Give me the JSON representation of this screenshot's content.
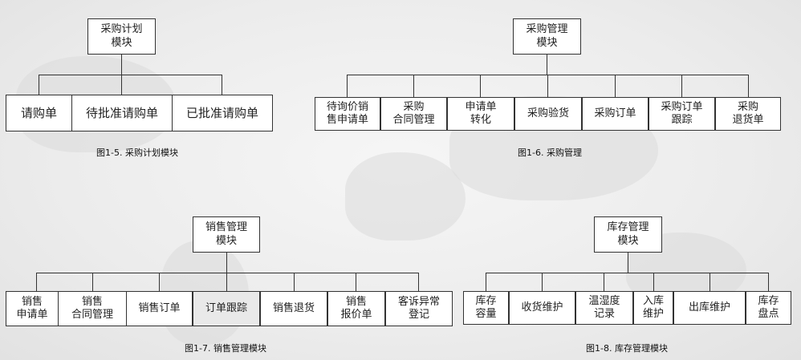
{
  "diagrams": [
    {
      "root": "采购计划\n模块",
      "children": [
        "请购单",
        "待批准请购单",
        "已批准请购单"
      ],
      "caption": "图1-5. 采购计划模块"
    },
    {
      "root": "采购管理\n模块",
      "children": [
        "待询价销\n售申请单",
        "采购\n合同管理",
        "申请单\n转化",
        "采购验货",
        "采购订单",
        "采购订单\n跟踪",
        "采购\n退货单"
      ],
      "caption": "图1-6. 采购管理"
    },
    {
      "root": "销售管理\n模块",
      "children": [
        "销售\n申请单",
        "销售\n合同管理",
        "销售订单",
        "订单跟踪",
        "销售退货",
        "销售\n报价单",
        "客诉异常\n登记"
      ],
      "caption": "图1-7. 销售管理模块"
    },
    {
      "root": "库存管理\n模块",
      "children": [
        "库存\n容量",
        "收货维护",
        "温湿度\n记录",
        "入库\n维护",
        "出库维护",
        "库存\n盘点"
      ],
      "caption": "图1-8. 库存管理模块"
    }
  ]
}
